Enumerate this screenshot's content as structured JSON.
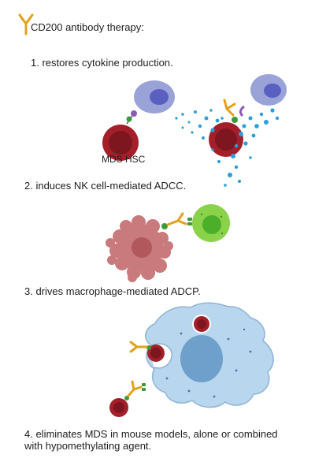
{
  "title": "CD200  antibody therapy:",
  "steps": [
    "1. restores cytokine production.",
    "2. induces NK cell-mediated ADCC.",
    "3. drives macrophage-mediated ADCP.",
    "4. eliminates MDS in mouse models, alone or combined with hypomethylating agent."
  ],
  "labels": {
    "mds_hsc": "MDS HSC"
  },
  "colors": {
    "antibody": "#e3a21a",
    "mds_cell": "#a3202a",
    "mds_cell_dark": "#6e1118",
    "t_cell": "#9aa3d8",
    "t_cell_nucleus": "#5a5fc2",
    "cd200_green": "#3c9a3a",
    "receptor_purple": "#8a5ab8",
    "cytokine": "#2a9fd8",
    "nk_cell": "#8ad24a",
    "nk_nucleus": "#4caf2a",
    "dying_cell": "#c97a7c",
    "macrophage": "#b8d6ee",
    "macrophage_nucleus": "#6f9fcb"
  },
  "icons": [
    "antibody-icon"
  ]
}
